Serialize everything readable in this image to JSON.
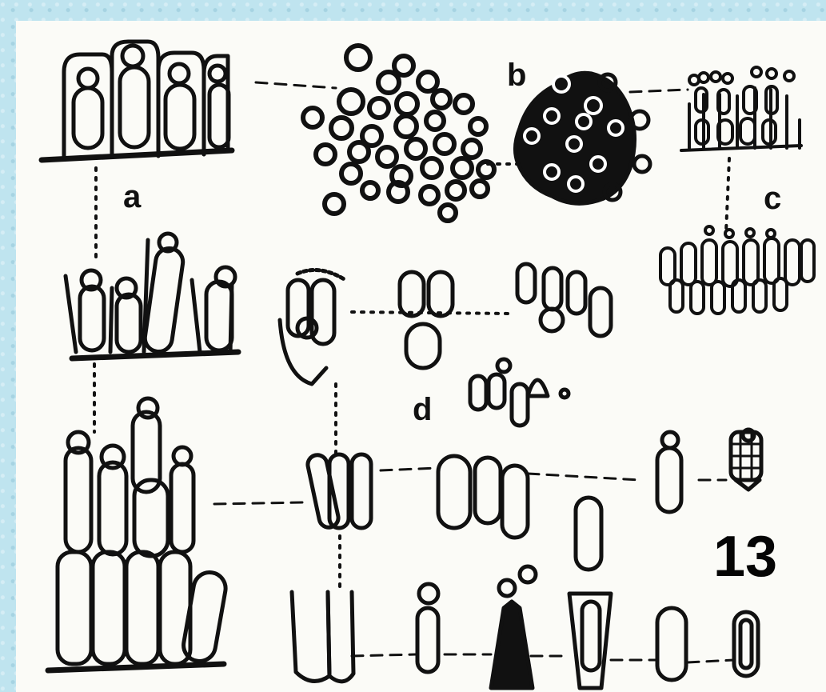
{
  "labels": {
    "a": "a",
    "b": "b",
    "c": "c",
    "d": "d",
    "figure_number": "13"
  }
}
